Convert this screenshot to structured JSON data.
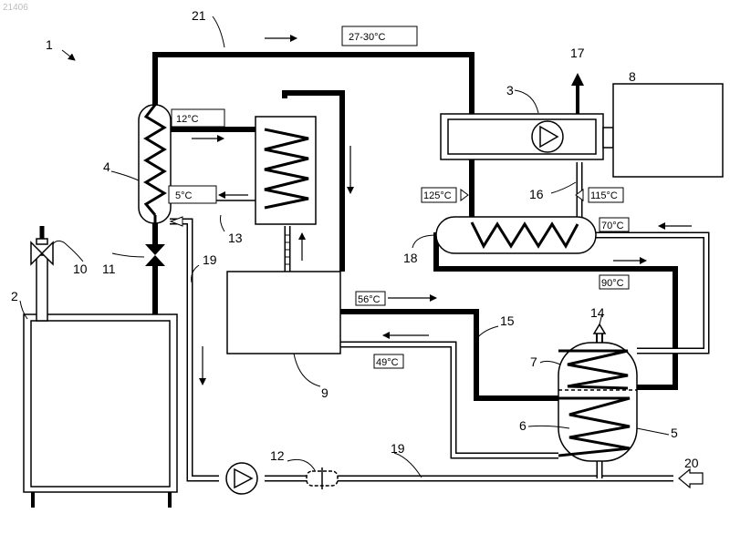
{
  "watermark": "21406",
  "numerals": {
    "n1": "1",
    "n2": "2",
    "n3": "3",
    "n4": "4",
    "n5": "5",
    "n6": "6",
    "n7": "7",
    "n8": "8",
    "n9": "9",
    "n10": "10",
    "n11": "11",
    "n12": "12",
    "n13": "13",
    "n14": "14",
    "n15": "15",
    "n16": "16",
    "n17": "17",
    "n18": "18",
    "n19a": "19",
    "n19b": "19",
    "n20": "20",
    "n21": "21"
  },
  "temps": {
    "t_27_30": "27-30°C",
    "t_12": "12°C",
    "t_5": "5°C",
    "t_125": "125°C",
    "t_115": "115°C",
    "t_70": "70°C",
    "t_90": "90°C",
    "t_56": "56°C",
    "t_49": "49°C"
  }
}
